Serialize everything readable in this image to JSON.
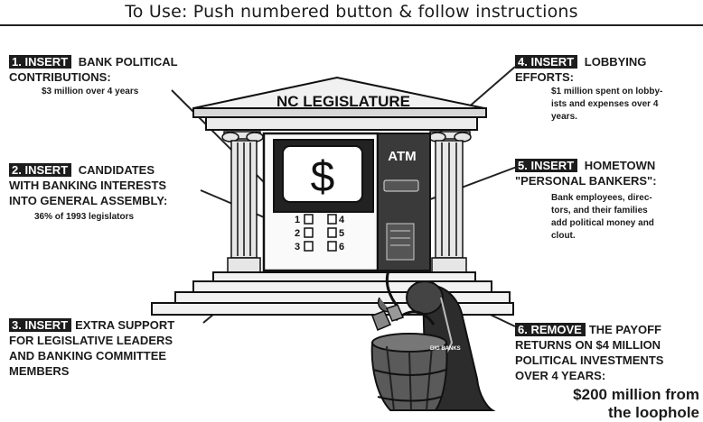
{
  "header": {
    "title": "To Use: Push numbered button & follow instructions"
  },
  "illustration": {
    "legislature_label": "NC LEGISLATURE",
    "atm_label": "ATM",
    "screen_symbol": "$",
    "bag_label": "BIG BANKS",
    "buttons": [
      "1",
      "2",
      "3",
      "4",
      "5",
      "6"
    ]
  },
  "steps": [
    {
      "number": "1.",
      "action": "INSERT",
      "lines": [
        "BANK POLITICAL",
        "CONTRIBUTIONS:"
      ],
      "detail": [
        "$3 million over 4 years"
      ]
    },
    {
      "number": "2.",
      "action": "INSERT",
      "lines": [
        "CANDIDATES",
        "WITH BANKING INTERESTS",
        "INTO GENERAL ASSEMBLY:"
      ],
      "detail": [
        "36% of  1993 legislators"
      ]
    },
    {
      "number": "3.",
      "action": "INSERT",
      "lines": [
        "EXTRA SUPPORT",
        "FOR LEGISLATIVE LEADERS",
        "AND BANKING COMMITTEE",
        "MEMBERS"
      ],
      "detail": []
    },
    {
      "number": "4.",
      "action": "INSERT",
      "lines": [
        "LOBBYING",
        "EFFORTS:"
      ],
      "detail": [
        "$1 million spent on lobby-",
        "ists and expenses over 4",
        "years."
      ]
    },
    {
      "number": "5.",
      "action": "INSERT",
      "lines": [
        "HOMETOWN",
        "\"PERSONAL BANKERS\":"
      ],
      "detail": [
        "Bank employees,  direc-",
        "tors, and their families",
        "add political money and",
        "clout."
      ]
    },
    {
      "number": "6.",
      "action": "REMOVE",
      "lines": [
        "THE PAYOFF",
        "RETURNS ON $4 MILLION",
        "POLITICAL INVESTMENTS",
        "OVER 4 YEARS:"
      ],
      "detail": [],
      "highlight": [
        "$200 million from",
        "the loophole"
      ]
    }
  ]
}
